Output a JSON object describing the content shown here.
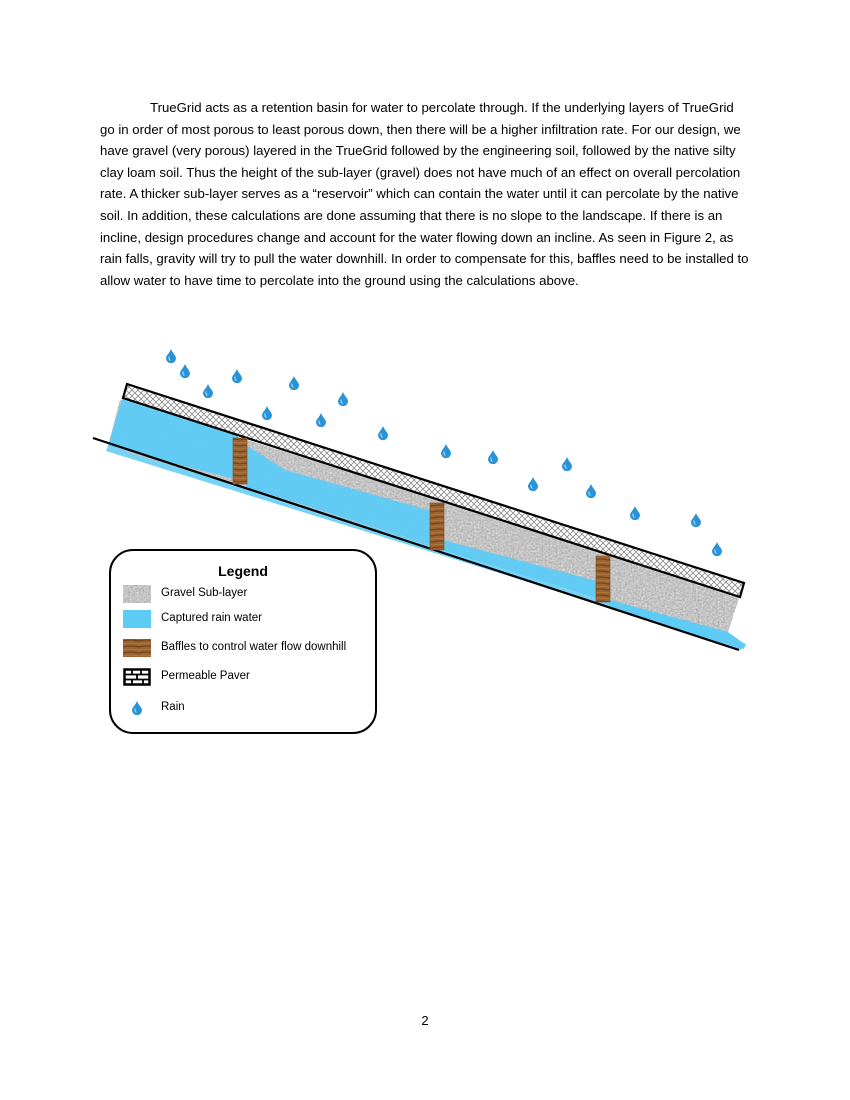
{
  "paragraph": "TrueGrid acts as a retention basin for water to percolate through. If the underlying layers of TrueGrid go in order of most porous to least porous down, then there will be a higher infiltration rate. For our design, we have gravel (very porous) layered in the TrueGrid followed by the engineering soil, followed by the native silty clay loam soil.  Thus the height of the sub-layer (gravel) does not have much of an effect on overall percolation rate.  A thicker sub-layer serves as a “reservoir” which can contain the water until it can percolate by the native soil.  In addition, these calculations are done assuming that there is no slope to the landscape.  If there is an incline, design procedures change and account for the water flowing down an incline.   As seen in Figure 2, as rain falls, gravity will try to pull the water downhill. In order to compensate for this, baffles need to be installed to allow water to have time to percolate into the ground using the calculations above.",
  "legend": {
    "title": "Legend",
    "items": [
      {
        "label": "Gravel Sub-layer",
        "icon": "gravel-swatch"
      },
      {
        "label": "Captured rain water",
        "icon": "water-swatch"
      },
      {
        "label": "Baffles to control water flow downhill",
        "icon": "baffle-swatch"
      },
      {
        "label": "Permeable Paver",
        "icon": "paver-icon"
      },
      {
        "label": "Rain",
        "icon": "raindrop-icon"
      }
    ]
  },
  "colors": {
    "water": "#5ecbf5",
    "gravel": "#b5b5b5",
    "baffle": "#8b5a2b",
    "raindrop": "#1f8fd6"
  },
  "page_number": "2"
}
